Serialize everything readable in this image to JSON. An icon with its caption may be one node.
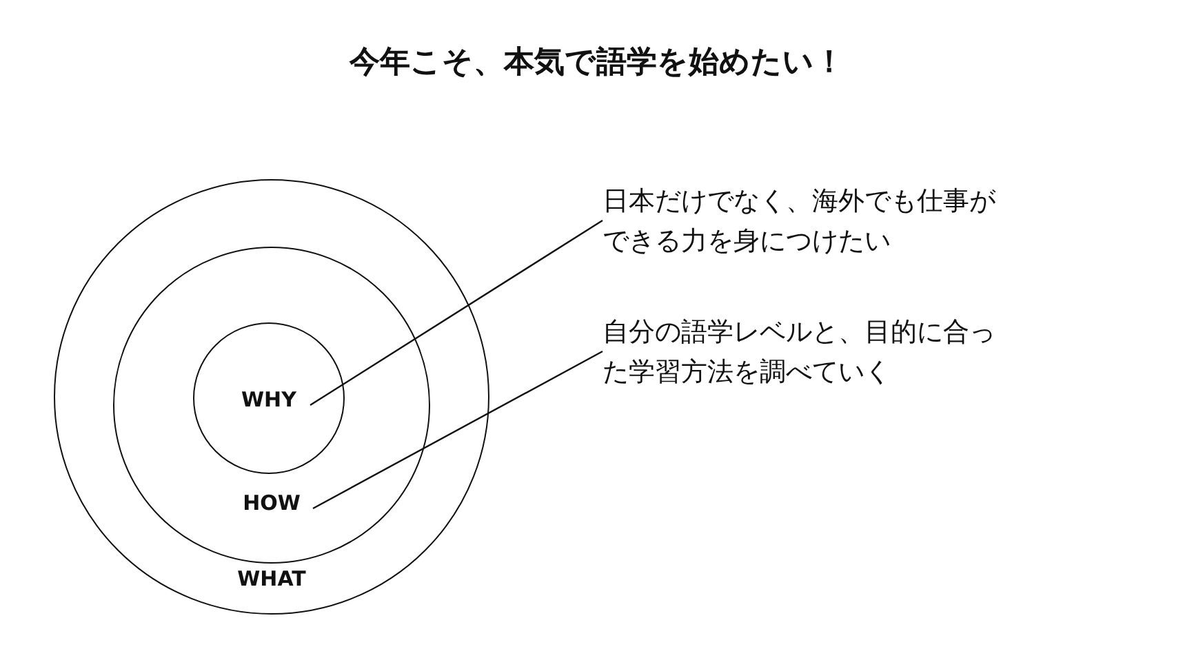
{
  "diagram": {
    "title": "今年こそ、本気で語学を始めたい！",
    "nodes": [
      {
        "text": [
          "WHAT"
        ]
      },
      {
        "text": [
          "HOW"
        ],
        "in": 0
      },
      {
        "text": [
          "WHY"
        ],
        "in": 1
      },
      {
        "text": [
          "日本だけでなく、海外でも仕事ができる力を身につけたい"
        ]
      },
      {
        "text": [
          "自分の語学レベルと、目的に合った学習方法を調べていく"
        ]
      }
    ],
    "edges": [
      {
        "from": 3,
        "to": 2,
        "arrow": "none"
      },
      {
        "from": 4,
        "to": 1,
        "arrow": "none"
      }
    ]
  }
}
